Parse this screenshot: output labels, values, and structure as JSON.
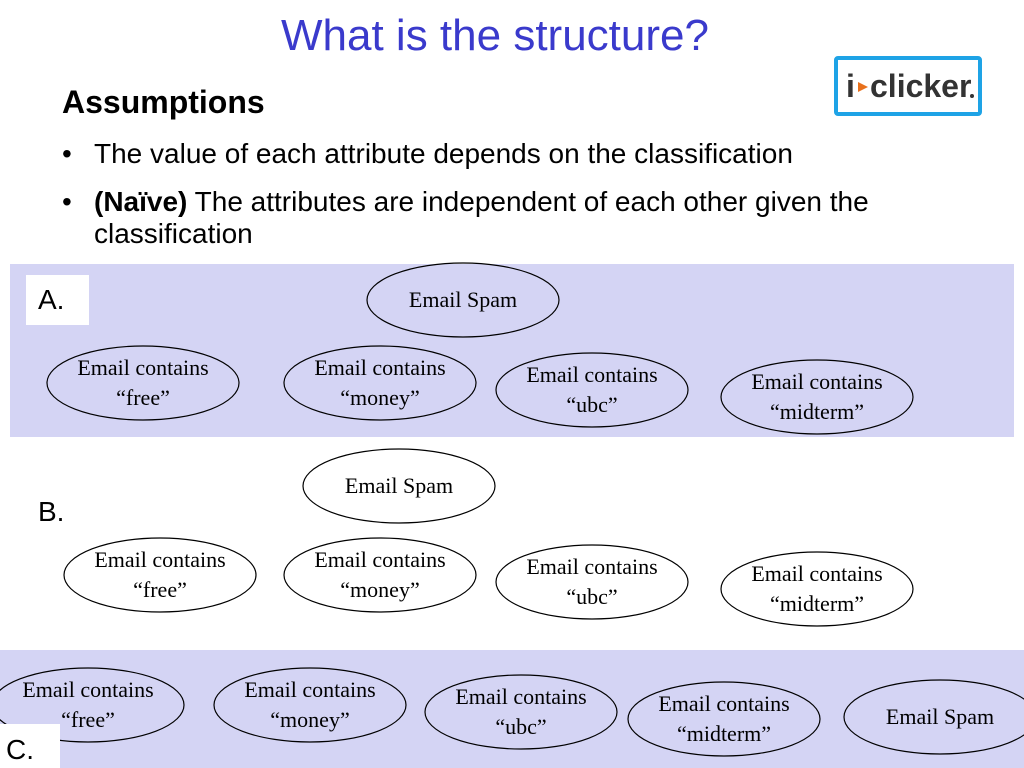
{
  "title": "What is the structure?",
  "logo": {
    "text_i": "i",
    "text_rest": "clicker",
    "accent_color": "#1ea3e6",
    "arrow_color": "#e8711c"
  },
  "heading": "Assumptions",
  "bullets": [
    {
      "bold_prefix": "",
      "text": "The value of each attribute depends on the classification"
    },
    {
      "bold_prefix": "(Naïve)",
      "text": " The attributes are independent of each other given the classification"
    }
  ],
  "options": [
    {
      "label": "A.",
      "highlighted": true,
      "nodes": [
        [
          "Email Spam"
        ],
        [
          "Email contains",
          "“free”"
        ],
        [
          "Email contains",
          "“money”"
        ],
        [
          "Email contains",
          "“ubc”"
        ],
        [
          "Email contains",
          "“midterm”"
        ]
      ]
    },
    {
      "label": "B.",
      "highlighted": false,
      "nodes": [
        [
          "Email Spam"
        ],
        [
          "Email contains",
          "“free”"
        ],
        [
          "Email contains",
          "“money”"
        ],
        [
          "Email contains",
          "“ubc”"
        ],
        [
          "Email contains",
          "“midterm”"
        ]
      ]
    },
    {
      "label": "C.",
      "highlighted": true,
      "nodes": [
        [
          "Email contains",
          "“free”"
        ],
        [
          "Email contains",
          "“money”"
        ],
        [
          "Email contains",
          "“ubc”"
        ],
        [
          "Email contains",
          "“midterm”"
        ],
        [
          "Email Spam"
        ]
      ]
    }
  ],
  "colors": {
    "title": "#3a3acc",
    "panel": "#d4d4f4"
  }
}
